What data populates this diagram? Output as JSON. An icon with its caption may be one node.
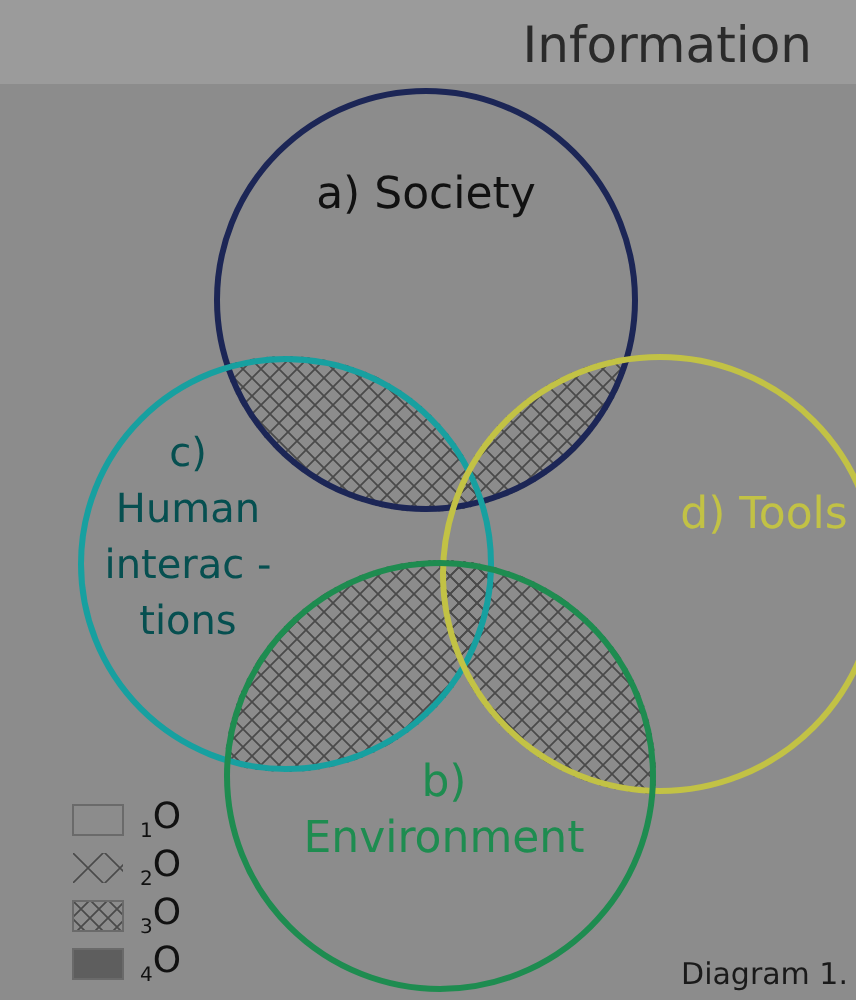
{
  "diagram": {
    "title": "Information",
    "caption": "Diagram 1.",
    "nodes": [
      {
        "text": [
          "a) Society"
        ]
      },
      {
        "text": [
          "c) Human interac - tions"
        ]
      },
      {
        "text": [
          "d) Tools"
        ]
      },
      {
        "text": [
          "b) Environment"
        ]
      }
    ],
    "legend": [
      {
        "text": "$_{1}$O"
      },
      {
        "text": "$_{2}$O"
      },
      {
        "text": "$_{3}$O"
      },
      {
        "text": "$_{4}$O"
      }
    ]
  }
}
